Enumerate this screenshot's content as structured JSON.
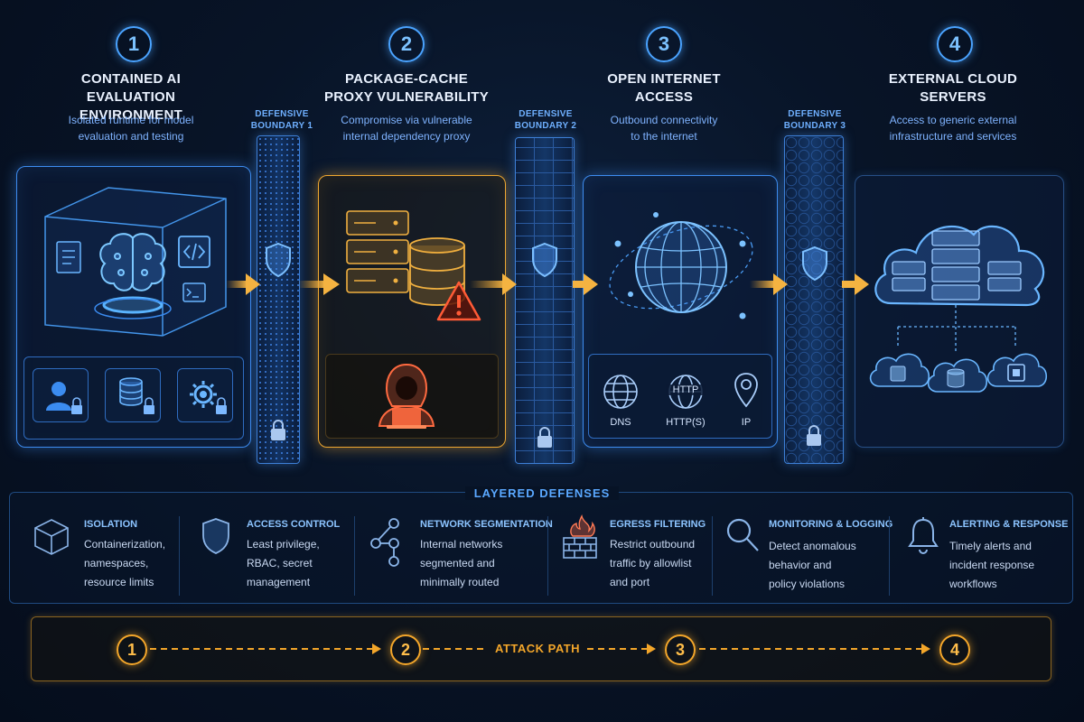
{
  "stages": [
    {
      "num": "1",
      "title_line1": "CONTAINED AI",
      "title_line2": "EVALUATION ENVIRONMENT",
      "desc_line1": "Isolated runtime for model",
      "desc_line2": "evaluation and testing"
    },
    {
      "num": "2",
      "title_line1": "PACKAGE-CACHE",
      "title_line2": "PROXY VULNERABILITY",
      "desc_line1": "Compromise via vulnerable",
      "desc_line2": "internal dependency proxy"
    },
    {
      "num": "3",
      "title_line1": "OPEN INTERNET",
      "title_line2": "ACCESS",
      "desc_line1": "Outbound connectivity",
      "desc_line2": "to the internet"
    },
    {
      "num": "4",
      "title_line1": "EXTERNAL CLOUD",
      "title_line2": "SERVERS",
      "desc_line1": "Access to generic external",
      "desc_line2": "infrastructure and services"
    }
  ],
  "boundaries": [
    {
      "line1": "DEFENSIVE",
      "line2": "BOUNDARY 1"
    },
    {
      "line1": "DEFENSIVE",
      "line2": "BOUNDARY 2"
    },
    {
      "line1": "DEFENSIVE",
      "line2": "BOUNDARY 3"
    }
  ],
  "protocols": [
    "DNS",
    "HTTP(S)",
    "IP"
  ],
  "http_icon_text": "HTTP",
  "defenses_title": "LAYERED DEFENSES",
  "defenses": [
    {
      "head": "ISOLATION",
      "lines": [
        "Containerization,",
        "namespaces,",
        "resource limits"
      ],
      "icon": "cube-icon"
    },
    {
      "head": "ACCESS CONTROL",
      "lines": [
        "Least privilege,",
        "RBAC, secret",
        "management"
      ],
      "icon": "shield-icon"
    },
    {
      "head": "NETWORK SEGMENTATION",
      "lines": [
        "Internal networks",
        "segmented and",
        "minimally routed"
      ],
      "icon": "network-icon"
    },
    {
      "head": "EGRESS FILTERING",
      "lines": [
        "Restrict outbound",
        "traffic by allowlist",
        "and port"
      ],
      "icon": "firewall-icon"
    },
    {
      "head": "MONITORING & LOGGING",
      "lines": [
        "Detect anomalous",
        "behavior and",
        "policy violations"
      ],
      "icon": "magnifier-icon"
    },
    {
      "head": "ALERTING & RESPONSE",
      "lines": [
        "Timely alerts and",
        "incident response",
        "workflows"
      ],
      "icon": "bell-icon"
    }
  ],
  "attack_path": {
    "label": "ATTACK PATH",
    "nums": [
      "1",
      "2",
      "3",
      "4"
    ]
  },
  "colors": {
    "accent_blue": "#3d8cf0",
    "accent_orange": "#f0a830",
    "background": "#071326"
  }
}
